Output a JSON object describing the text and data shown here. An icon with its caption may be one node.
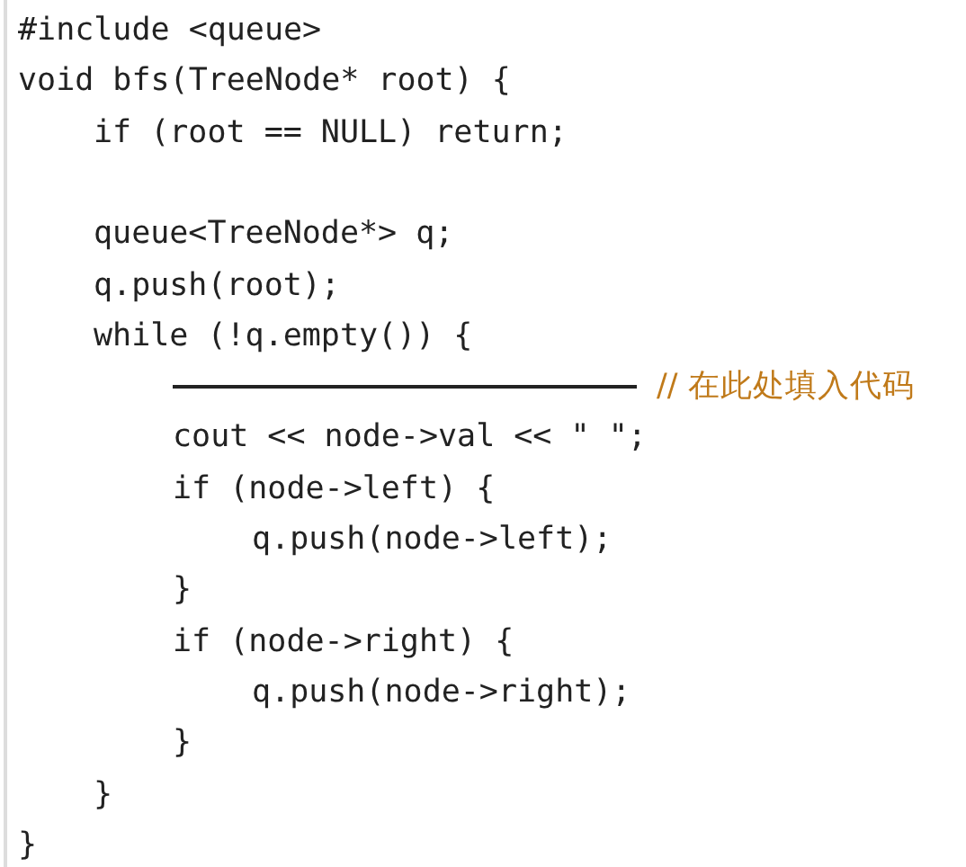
{
  "diagram": {
    "labels": [
      "#include <queue>",
      "void bfs(TreeNode* root) {",
      "if (root == NULL) return;",
      "queue<TreeNode*> q;",
      "q.push(root);",
      "while (!q.empty()) {",
      "// 在此处填入代码",
      "cout << node->val << \" \";",
      "if (node->left) {",
      "q.push(node->left);",
      "}",
      "if (node->right) {",
      "q.push(node->right);",
      "}",
      "}",
      "}"
    ]
  }
}
